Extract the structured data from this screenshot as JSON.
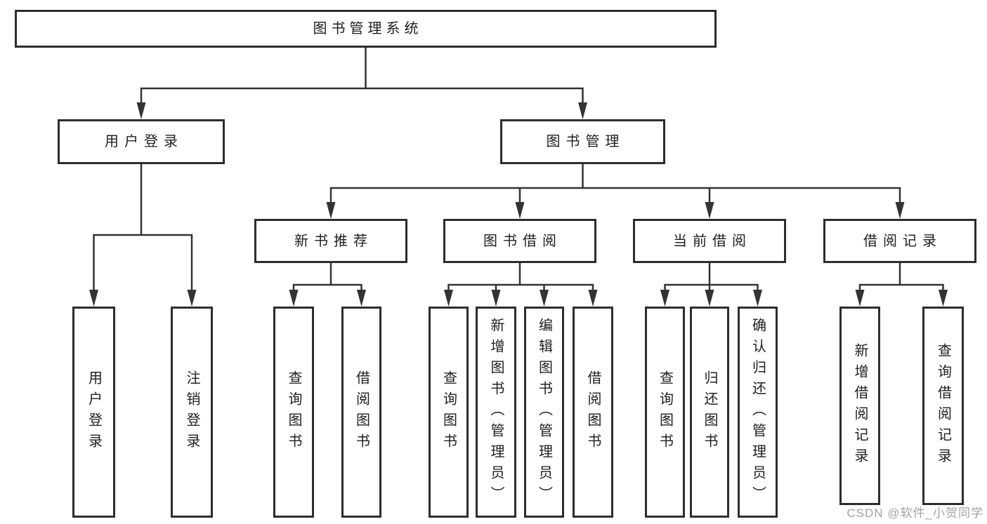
{
  "diagram": {
    "line_color": "#333333",
    "box_border_color": "#2d2d2d",
    "box_fill_color": "#ffffff",
    "text_color": "#202020",
    "nodes": [
      {
        "id": "root",
        "label": "图书管理系统",
        "children": [
          "login",
          "manage"
        ]
      },
      {
        "id": "login",
        "label": "用户登录",
        "children": [
          "leaf-user-login",
          "leaf-logout"
        ]
      },
      {
        "id": "manage",
        "label": "图书管理",
        "children": [
          "recommend",
          "borrow",
          "current",
          "records"
        ]
      },
      {
        "id": "recommend",
        "label": "新书推荐",
        "children": [
          "leaf-rec-query",
          "leaf-rec-borrow"
        ]
      },
      {
        "id": "borrow",
        "label": "图书借阅",
        "children": [
          "leaf-bor-query",
          "leaf-bor-add",
          "leaf-bor-edit",
          "leaf-bor-borrow"
        ]
      },
      {
        "id": "current",
        "label": "当前借阅",
        "children": [
          "leaf-cur-query",
          "leaf-cur-return",
          "leaf-cur-confirm"
        ]
      },
      {
        "id": "records",
        "label": "借阅记录",
        "children": [
          "leaf-rcd-add",
          "leaf-rcd-query"
        ]
      },
      {
        "id": "leaf-user-login",
        "label": "用户登录",
        "children": []
      },
      {
        "id": "leaf-logout",
        "label": "注销登录",
        "children": []
      },
      {
        "id": "leaf-rec-query",
        "label": "查询图书",
        "children": []
      },
      {
        "id": "leaf-rec-borrow",
        "label": "借阅图书",
        "children": []
      },
      {
        "id": "leaf-bor-query",
        "label": "查询图书",
        "children": []
      },
      {
        "id": "leaf-bor-add",
        "label": "新增图书（管理员）",
        "children": []
      },
      {
        "id": "leaf-bor-edit",
        "label": "编辑图书（管理员）",
        "children": []
      },
      {
        "id": "leaf-bor-borrow",
        "label": "借阅图书",
        "children": []
      },
      {
        "id": "leaf-cur-query",
        "label": "查询图书",
        "children": []
      },
      {
        "id": "leaf-cur-return",
        "label": "归还图书",
        "children": []
      },
      {
        "id": "leaf-cur-confirm",
        "label": "确认归还（管理员）",
        "children": []
      },
      {
        "id": "leaf-rcd-add",
        "label": "新增借阅记录",
        "children": []
      },
      {
        "id": "leaf-rcd-query",
        "label": "查询借阅记录",
        "children": []
      }
    ]
  },
  "watermark": {
    "text": "CSDN @软件_小贺同学",
    "color": "#9fa2a5"
  }
}
